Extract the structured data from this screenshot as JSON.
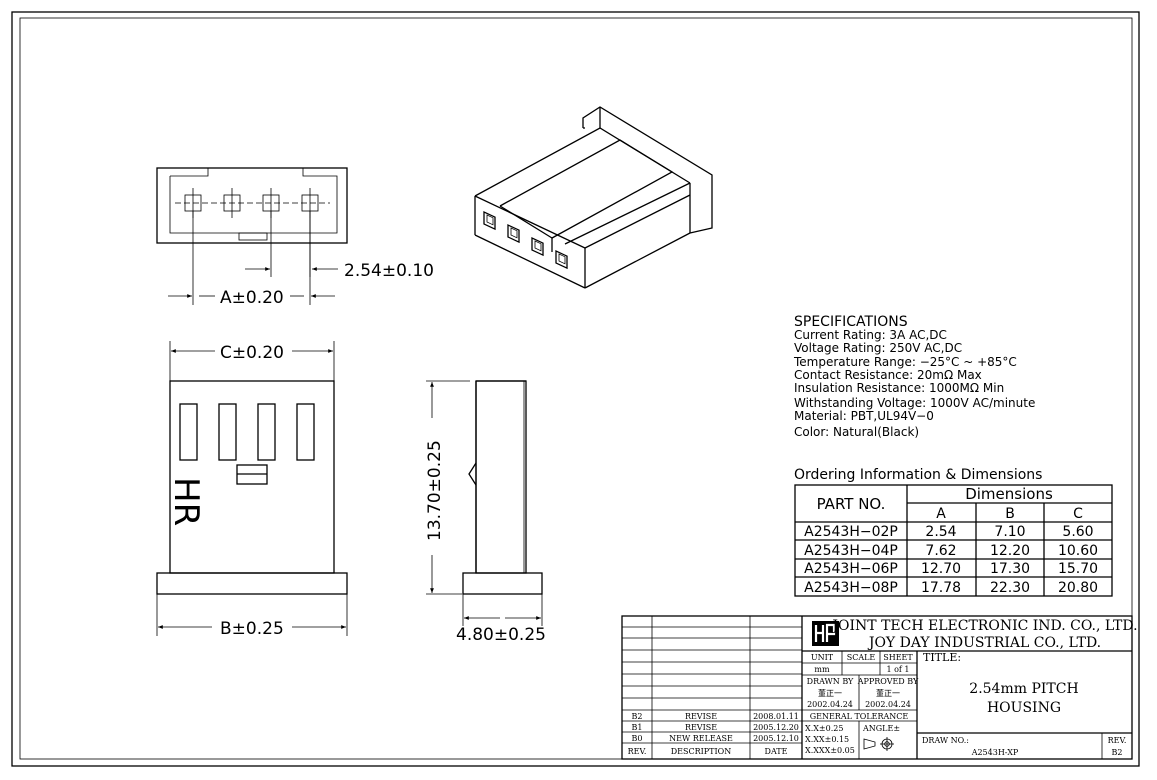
{
  "dimensions": {
    "pitch": "2.54±0.10",
    "a": "A±0.20",
    "c": "C±0.20",
    "b": "B±0.25",
    "height": "13.70±0.25",
    "depth": "4.80±0.25"
  },
  "marking": "HR",
  "specifications": {
    "heading": "SPECIFICATIONS",
    "lines": [
      "Current Rating: 3A AC,DC",
      "Voltage Rating: 250V AC,DC",
      "Temperature Range: −25°C ~ +85°C",
      "Contact Resistance: 20mΩ Max",
      "Insulation Resistance: 1000MΩ Min",
      "Withstanding Voltage: 1000V AC/minute",
      "Material: PBT,UL94V−0",
      "Color: Natural(Black)"
    ]
  },
  "ordering": {
    "heading": "Ordering Information & Dimensions",
    "part_header": "PART NO.",
    "dims_header": "Dimensions",
    "columns": [
      "A",
      "B",
      "C"
    ],
    "rows": [
      {
        "part": "A2543H−02P",
        "a": "2.54",
        "b": "7.10",
        "c": "5.60"
      },
      {
        "part": "A2543H−04P",
        "a": "7.62",
        "b": "12.20",
        "c": "10.60"
      },
      {
        "part": "A2543H−06P",
        "a": "12.70",
        "b": "17.30",
        "c": "15.70"
      },
      {
        "part": "A2543H−08P",
        "a": "17.78",
        "b": "22.30",
        "c": "20.80"
      }
    ]
  },
  "title_block": {
    "company1": "JOINT TECH ELECTRONIC IND. CO., LTD.",
    "company2": "JOY DAY INDUSTRIAL CO., LTD.",
    "unit_label": "UNIT",
    "unit_value": "mm",
    "scale_label": "SCALE",
    "sheet_label": "SHEET",
    "sheet_value": "1 of 1",
    "title_label": "TITLE:",
    "title_line1": "2.54mm PITCH",
    "title_line2": "HOUSING",
    "drawn_by_label": "DRAWN BY",
    "drawn_by_name": "董正一",
    "drawn_by_date": "2002.04.24",
    "approved_by_label": "APPROVED BY",
    "approved_by_name": "董正一",
    "approved_by_date": "2002.04.24",
    "general_tolerance": "GENERAL TOLERANCE",
    "tol1": "X.X±0.25",
    "tol2": "X.XX±0.15",
    "tol3": "X.XXX±0.05",
    "angle_label": "ANGLE±",
    "draw_no_label": "DRAW NO.:",
    "draw_no": "A2543H-XP",
    "rev_label": "REV.",
    "rev_value": "B2",
    "revisions": [
      {
        "rev": "B2",
        "desc": "REVISE",
        "date": "2008.01.11"
      },
      {
        "rev": "B1",
        "desc": "REVISE",
        "date": "2005.12.20"
      },
      {
        "rev": "B0",
        "desc": "NEW RELEASE",
        "date": "2005.12.10"
      }
    ],
    "rev_col": "REV.",
    "desc_col": "DESCRIPTION",
    "date_col": "DATE"
  }
}
